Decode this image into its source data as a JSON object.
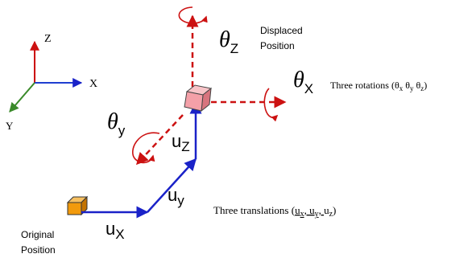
{
  "axes": {
    "z": "Z",
    "x": "X",
    "y": "Y"
  },
  "labels": {
    "displaced_line1": "Displaced",
    "displaced_line2": "Position",
    "original_line1": "Original",
    "original_line2": "Position"
  },
  "symbols": {
    "theta_z": "θ",
    "theta_z_sub": "Z",
    "theta_x": "θ",
    "theta_x_sub": "X",
    "theta_y": "θ",
    "theta_y_sub": "y",
    "u_x": "u",
    "u_x_sub": "X",
    "u_y": "u",
    "u_y_sub": "y",
    "u_z": "u",
    "u_z_sub": "Z"
  },
  "rotations": {
    "prefix": "Three rotations (",
    "t1": "θ",
    "s1": "x",
    "t2": "θ",
    "s2": "y",
    "t3": "θ",
    "s3": "z",
    "suffix": ")"
  },
  "translations": {
    "prefix": "Three translations (",
    "u1": "u",
    "s1": "x",
    "sep1": ", ",
    "u2": "u",
    "s2": "y",
    "sep2": ", ",
    "u3": "u",
    "s3": "z",
    "suffix": ")"
  },
  "colors": {
    "axis_z": "#cc0000",
    "axis_x": "#1f3fd0",
    "axis_y": "#3a8a2a",
    "translation_path": "#1a22c8",
    "rotation_dashed": "#cc1111",
    "original_box": "#f29a0c",
    "displaced_box": "#f4a0a8"
  }
}
